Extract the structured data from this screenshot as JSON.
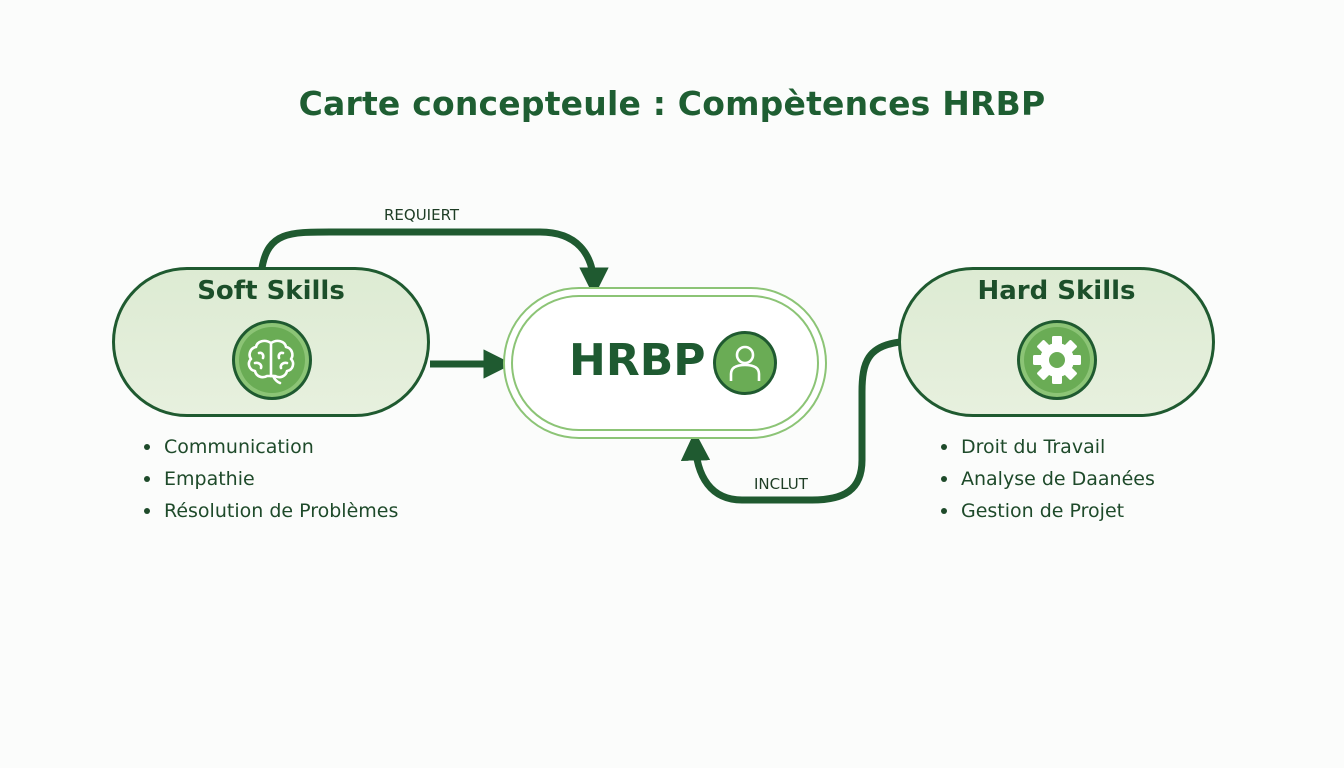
{
  "title": "Carte concepteule : Compètences HRBP",
  "nodes": {
    "soft": {
      "label": "Soft Skills",
      "icon": "brain-icon",
      "items": [
        "Communication",
        "Empathie",
        "Résolution de Problèmes"
      ]
    },
    "center": {
      "label": "HRBP",
      "icon": "person-icon"
    },
    "hard": {
      "label": "Hard Skills",
      "icon": "gear-icon",
      "items": [
        "Droit du Travail",
        "Analyse de Daanées",
        "Gestion de Projet"
      ]
    }
  },
  "edges": {
    "requiert": "REQUIERT",
    "inclut": "INCLUT"
  },
  "colors": {
    "dark_green": "#1f5a30",
    "mid_green": "#6aac55",
    "light_green": "#ddebd3",
    "outline_green": "#8cc476",
    "title_green": "#1e5e32"
  }
}
